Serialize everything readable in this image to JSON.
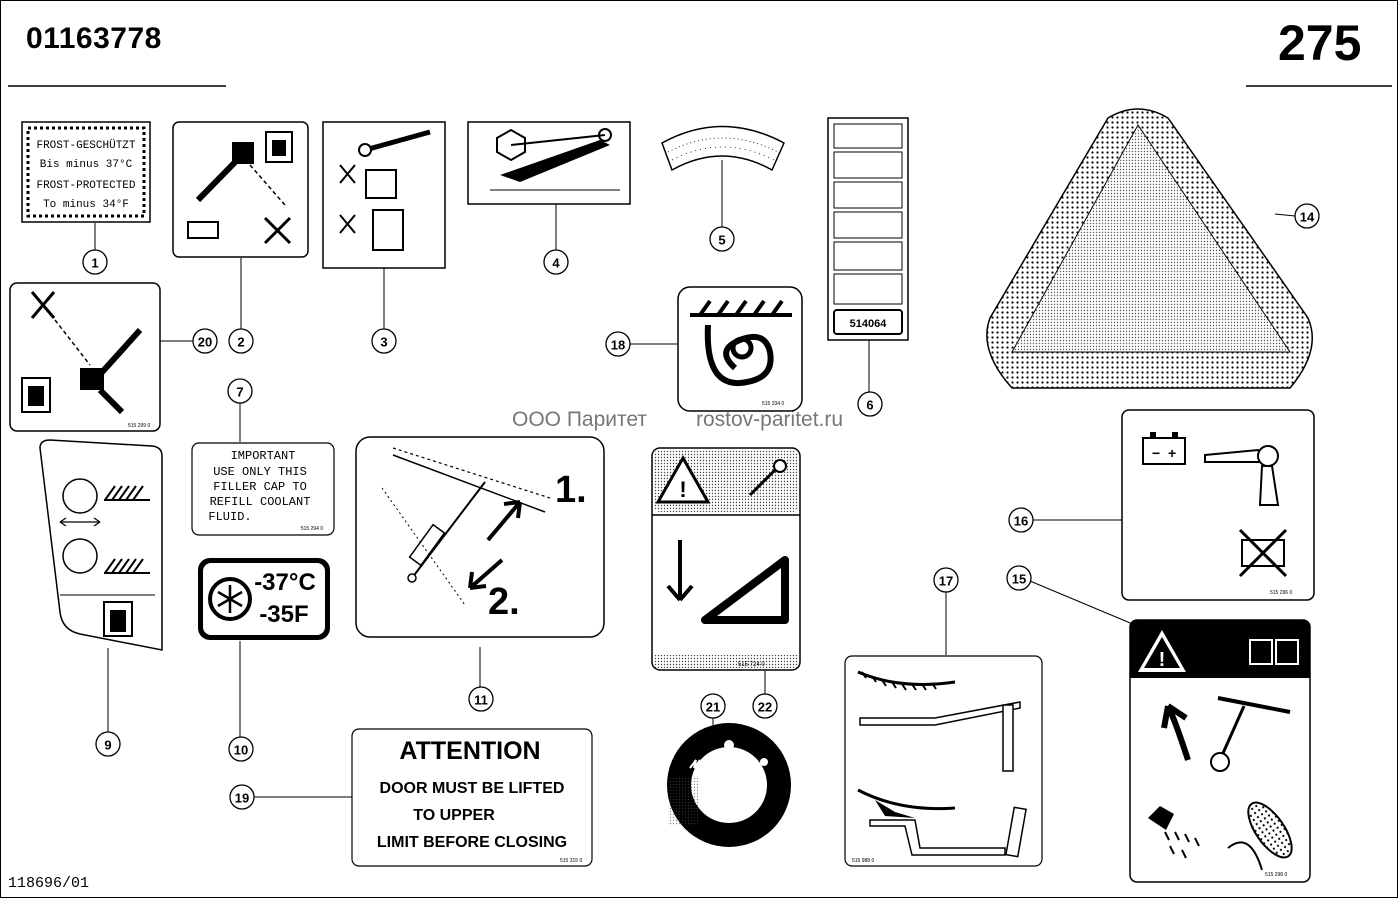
{
  "header": {
    "document_number": "01163778",
    "page_number": "275"
  },
  "footer": {
    "reference": "118696/01"
  },
  "watermark": {
    "company": "ООО Паритет",
    "site": "rostov-paritet.ru"
  },
  "labels": {
    "frost": {
      "line1": "FROST-GESCHÜTZT",
      "line2": "Bis minus 37°C",
      "line3": "FROST-PROTECTED",
      "line4": "To minus 34°F"
    },
    "important": {
      "title": "IMPORTANT",
      "line1": "USE ONLY THIS",
      "line2": "FILLER CAP TO",
      "line3": "REFILL COOLANT",
      "line4": "FLUID.",
      "code": "515 294 0"
    },
    "coolant_temp": {
      "celsius": "-37°C",
      "fahrenheit": "-35F"
    },
    "steps": {
      "step1": "1.",
      "step2": "2."
    },
    "attention": {
      "title": "ATTENTION",
      "line1": "DOOR MUST BE LIFTED",
      "line2": "TO UPPER",
      "line3": "LIMIT BEFORE CLOSING",
      "code": "515 315 0"
    },
    "instruction_strip": {
      "code": "514064"
    },
    "code_18": "515 334 0",
    "code_22": "515 724 0",
    "code_16": "515 296 0",
    "code_15": "515 298 0",
    "code_17": "515 988 0",
    "code_20": "515 299 0"
  },
  "callouts": [
    "1",
    "2",
    "3",
    "4",
    "5",
    "6",
    "7",
    "9",
    "10",
    "11",
    "14",
    "15",
    "16",
    "17",
    "18",
    "19",
    "20",
    "21",
    "22"
  ]
}
